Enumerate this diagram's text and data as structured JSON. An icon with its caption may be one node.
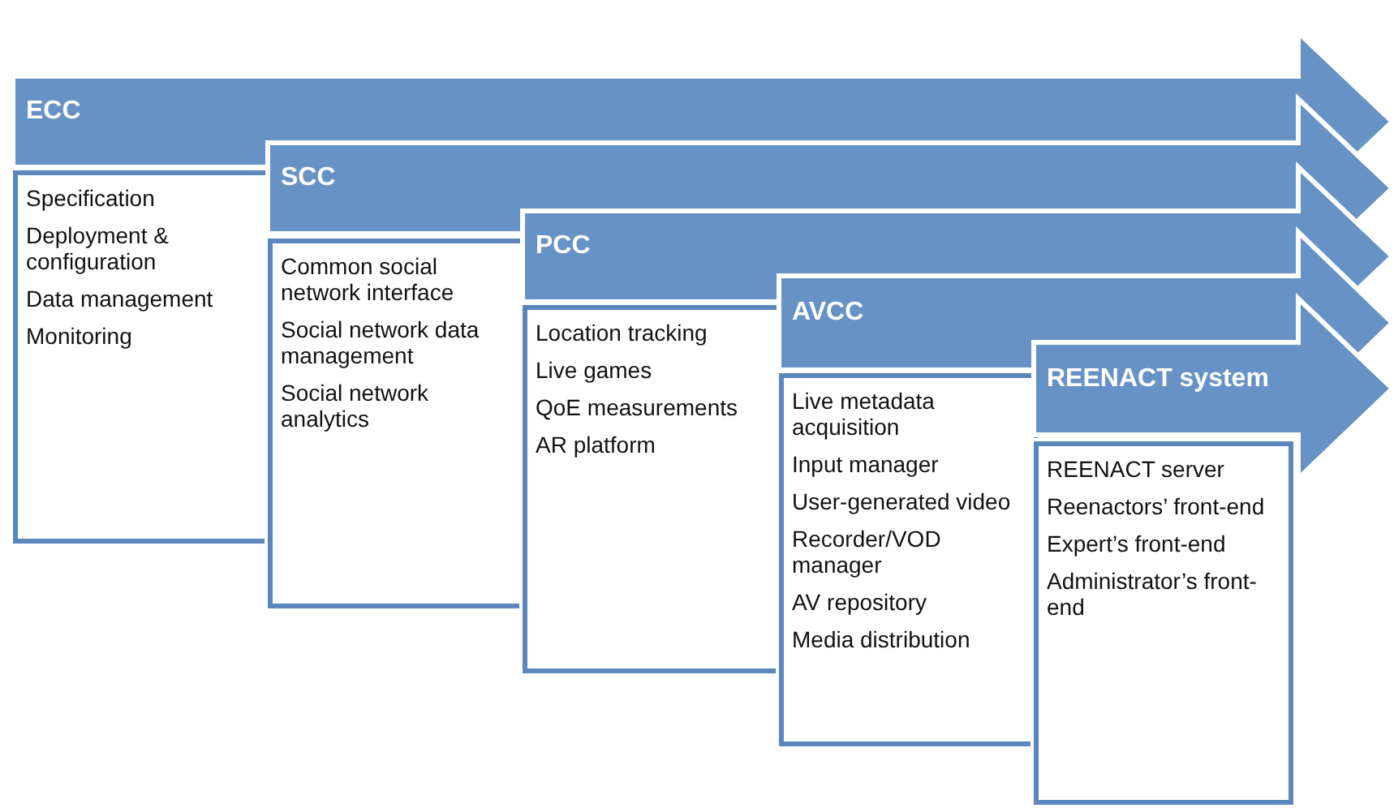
{
  "diagram": {
    "nodes": [
      {
        "text": [
          "ECC"
        ]
      },
      {
        "text": [
          "Specification",
          "Deployment & configuration",
          "Data management",
          "Monitoring"
        ]
      },
      {
        "text": [
          "SCC"
        ]
      },
      {
        "text": [
          "Common social network interface",
          "Social network data management",
          "Social network analytics"
        ]
      },
      {
        "text": [
          "PCC"
        ]
      },
      {
        "text": [
          "Location tracking",
          "Live games",
          "QoE measurements",
          "AR platform"
        ]
      },
      {
        "text": [
          "AVCC"
        ]
      },
      {
        "text": [
          "Live metadata acquisition",
          "Input manager",
          "User-generated video",
          "Recorder/VOD manager",
          "AV repository",
          "Media distribution"
        ]
      },
      {
        "text": [
          "REENACT system"
        ]
      },
      {
        "text": [
          "REENACT server",
          "Reenactors’ front-end",
          "Expert’s front-end",
          "Administrator’s front-end"
        ]
      }
    ]
  }
}
